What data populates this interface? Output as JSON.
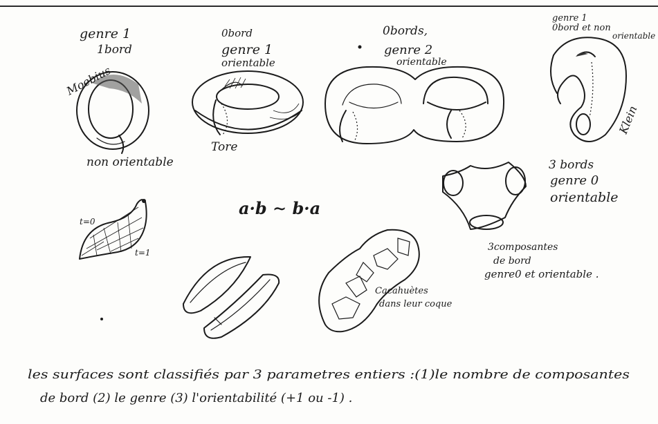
{
  "moebius": {
    "line1": "genre 1",
    "line2": "1bord",
    "name": "Moebius",
    "note": "non orientable"
  },
  "torus": {
    "line1": "0bord",
    "line2": "genre 1",
    "line3": "orientable",
    "name": "Tore"
  },
  "double_torus": {
    "line1": "0bords,",
    "line2": "genre 2",
    "line3": "orientable"
  },
  "klein": {
    "line1": "genre 1",
    "line2": "0bord et non",
    "line3": "orientable",
    "name": "Klein"
  },
  "pants": {
    "line1": "3 bords",
    "line2": "genre 0",
    "line3": "orientable"
  },
  "ribbon": {
    "t0": "t=0",
    "t1": "t=1"
  },
  "formula": "a·b ∼ b·a",
  "components": {
    "line1": "3composantes",
    "line2": "de bord",
    "line3": "genre0 et orientable ."
  },
  "peanut": {
    "line1": "Cacahuètes",
    "line2": "dans leur coque"
  },
  "caption": {
    "line1": "les surfaces sont classifiés par 3 parametres entiers :(1)le nombre de composantes",
    "line2": "de bord (2) le genre (3) l'orientabilité (+1 ou -1) ."
  }
}
